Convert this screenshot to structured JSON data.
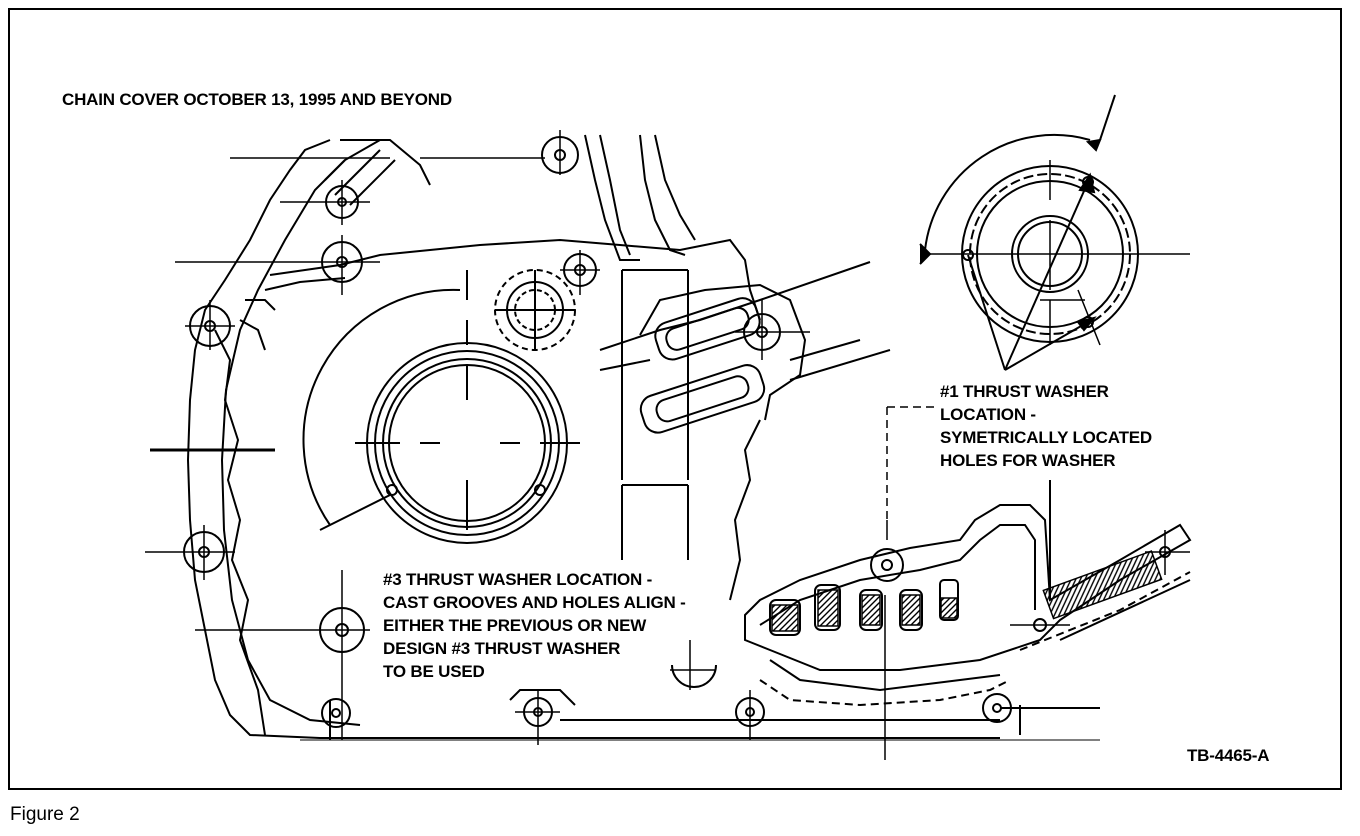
{
  "figure": {
    "title": "CHAIN COVER OCTOBER 13, 1995 AND BEYOND",
    "reference": "TB-4465-A",
    "caption": "Figure 2"
  },
  "callouts": {
    "thrust_washer_1": [
      "#1 THRUST WASHER",
      "LOCATION -",
      "SYMETRICALLY LOCATED",
      "HOLES FOR WASHER"
    ],
    "thrust_washer_3": [
      "#3 THRUST WASHER LOCATION -",
      "CAST GROOVES AND HOLES ALIGN -",
      "EITHER THE PREVIOUS OR NEW",
      "DESIGN #3 THRUST WASHER",
      "TO BE USED"
    ]
  }
}
